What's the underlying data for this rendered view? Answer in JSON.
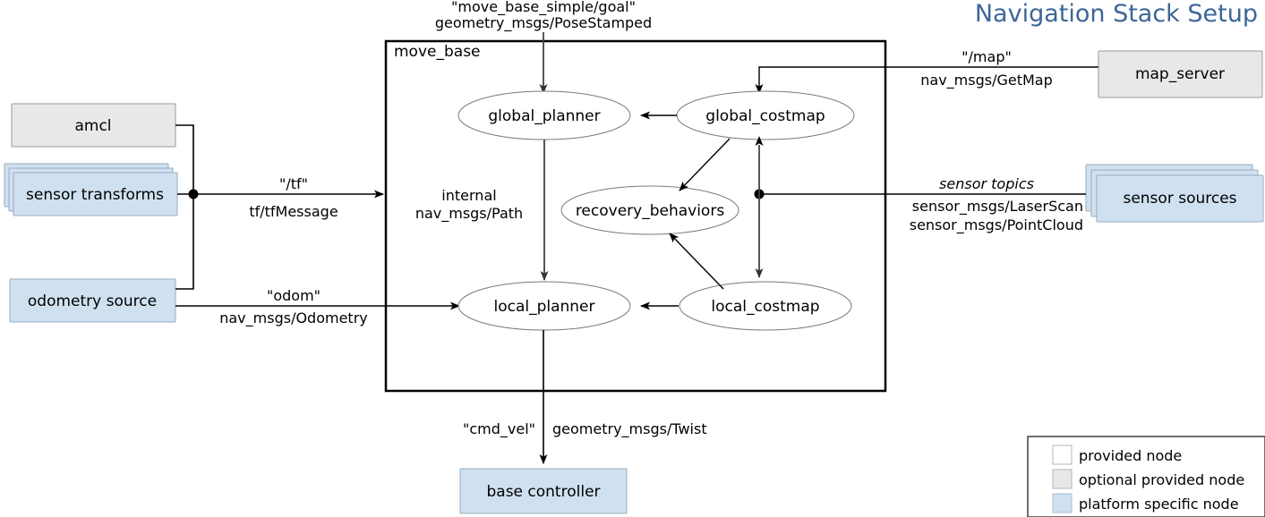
{
  "title": "Navigation Stack Setup",
  "container": {
    "label": "move_base"
  },
  "nodes": {
    "amcl": "amcl",
    "sensor_transforms": "sensor transforms",
    "odometry_source": "odometry source",
    "map_server": "map_server",
    "sensor_sources": "sensor sources",
    "base_controller": "base controller",
    "global_planner": "global_planner",
    "global_costmap": "global_costmap",
    "recovery_behaviors": "recovery_behaviors",
    "local_planner": "local_planner",
    "local_costmap": "local_costmap"
  },
  "edges": {
    "goal_topic": "\"move_base_simple/goal\"",
    "goal_type": "geometry_msgs/PoseStamped",
    "tf_topic": "\"/tf\"",
    "tf_type": "tf/tfMessage",
    "odom_topic": "\"odom\"",
    "odom_type": "nav_msgs/Odometry",
    "map_topic": "\"/map\"",
    "map_type": "nav_msgs/GetMap",
    "sensor_topic": "sensor topics",
    "sensor_type_1": "sensor_msgs/LaserScan",
    "sensor_type_2": "sensor_msgs/PointCloud",
    "internal_topic": "internal",
    "internal_type": "nav_msgs/Path",
    "cmdvel_topic": "\"cmd_vel\"",
    "cmdvel_type": "geometry_msgs/Twist"
  },
  "legend": {
    "items": [
      {
        "label": "provided node",
        "color": "#ffffff"
      },
      {
        "label": "optional provided node",
        "color": "#e8e8e8"
      },
      {
        "label": "platform specific node",
        "color": "#cfe0f0"
      }
    ]
  },
  "colors": {
    "title": "#3d6699",
    "platform_node": "#cfe0f0",
    "optional_node": "#e8e8e8",
    "provided_node": "#ffffff",
    "edge": "#000000"
  }
}
